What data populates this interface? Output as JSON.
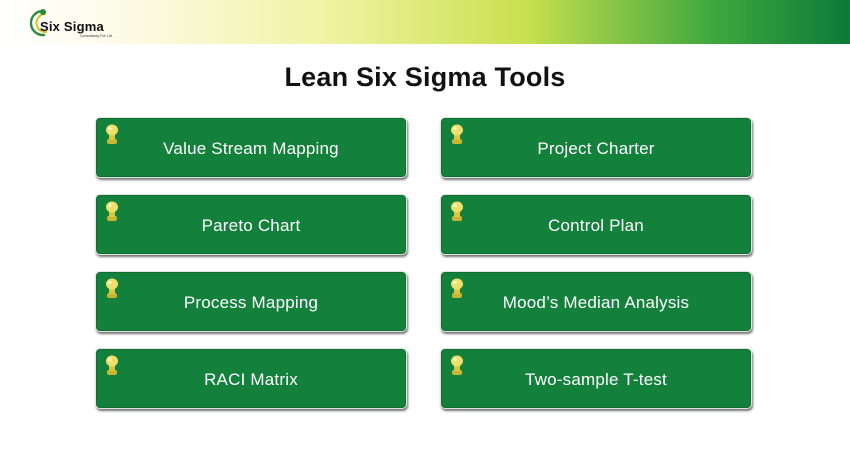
{
  "header": {
    "logo_text": "Six Sigma",
    "logo_subtext": "Consultancy Pvt. Ltd."
  },
  "title": "Lean Six Sigma Tools",
  "colors": {
    "card_fill": "#13803c",
    "pin": "#e9dc5a",
    "title_text": "#111111"
  },
  "tools": [
    {
      "label": "Value Stream Mapping",
      "icon": "pushpin-icon"
    },
    {
      "label": "Project Charter",
      "icon": "pushpin-icon"
    },
    {
      "label": "Pareto Chart",
      "icon": "pushpin-icon"
    },
    {
      "label": "Control Plan",
      "icon": "pushpin-icon"
    },
    {
      "label": "Process Mapping",
      "icon": "pushpin-icon"
    },
    {
      "label": "Mood’s Median Analysis",
      "icon": "pushpin-icon"
    },
    {
      "label": "RACI Matrix",
      "icon": "pushpin-icon"
    },
    {
      "label": "Two-sample T-test",
      "icon": "pushpin-icon"
    }
  ]
}
